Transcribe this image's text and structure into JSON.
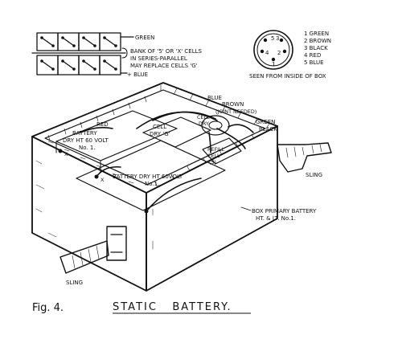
{
  "figure": {
    "number": "Fig. 4.",
    "title": "STATIC   BATTERY."
  },
  "bank_inset": {
    "green_label": "GREEN",
    "blue_label": "+ BLUE",
    "note_lines": [
      "BANK OF '5' OR 'X' CELLS",
      "IN SERIES-PARALLEL",
      "MAY REPLACE CELLS 'G'"
    ]
  },
  "socket_inset": {
    "pins": [
      "1",
      "2",
      "3",
      "4",
      "5"
    ],
    "legend": [
      "1 GREEN",
      "2 BROWN",
      "3 BLACK",
      "4 RED",
      "5 BLUE"
    ],
    "caption": "SEEN FROM INSIDE OF BOX"
  },
  "battery_box": {
    "labels": {
      "ht_battery_back_1": "BATTERY",
      "ht_battery_back_2": "DRY HT 60 VOLT",
      "ht_battery_back_3": "No. 1.",
      "ht_battery_front_1": "BATTERY DRY HT 60VOLT",
      "ht_battery_front_2": "No.1.",
      "cell_g_1": "CELL",
      "cell_g_2": "DRY 'G'",
      "cell_dry_1": "CELL",
      "cell_dry_2": "DRY",
      "cell_refill_1": "CELL",
      "cell_refill_2": "REFILL",
      "cell_refill_3": "(S)",
      "wire_blue": "BLUE",
      "wire_brown": "BROWN",
      "wire_brown_note": "(JOINT NEEDED)",
      "wire_green": "GREEN",
      "wire_black": "BLACK",
      "wire_red": "RED",
      "terminal_x_1": "X",
      "terminal_x_2": "X",
      "box_label_1": "BOX PRIMARY BATTERY",
      "box_label_2": "HT. & LT. No.1.",
      "sling_right": "SLING",
      "sling_left": "SLING"
    }
  }
}
